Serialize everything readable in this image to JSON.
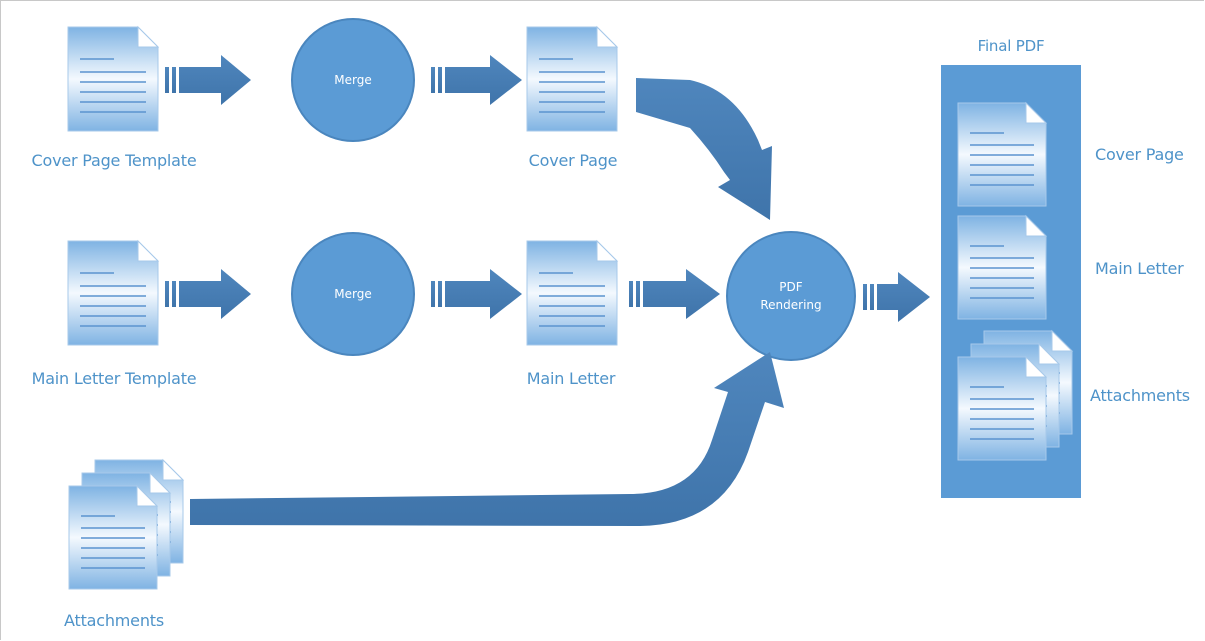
{
  "final_pdf": {
    "title": "Final PDF",
    "items": [
      "Cover Page",
      "Main Letter",
      "Attachments"
    ]
  },
  "inputs": {
    "cover_template": "Cover Page Template",
    "main_template": "Main Letter Template",
    "attachments": "Attachments"
  },
  "merge": {
    "top": "Merge",
    "middle": "Merge"
  },
  "outputs": {
    "cover_page": "Cover Page",
    "main_letter": "Main Letter"
  },
  "rendering": {
    "line1": "PDF",
    "line2": "Rendering"
  },
  "colors": {
    "node_fill": "#5b9bd5",
    "node_stroke": "#4a86be",
    "arrow_fill": "#4a7fb5",
    "label": "#4e93c9"
  }
}
